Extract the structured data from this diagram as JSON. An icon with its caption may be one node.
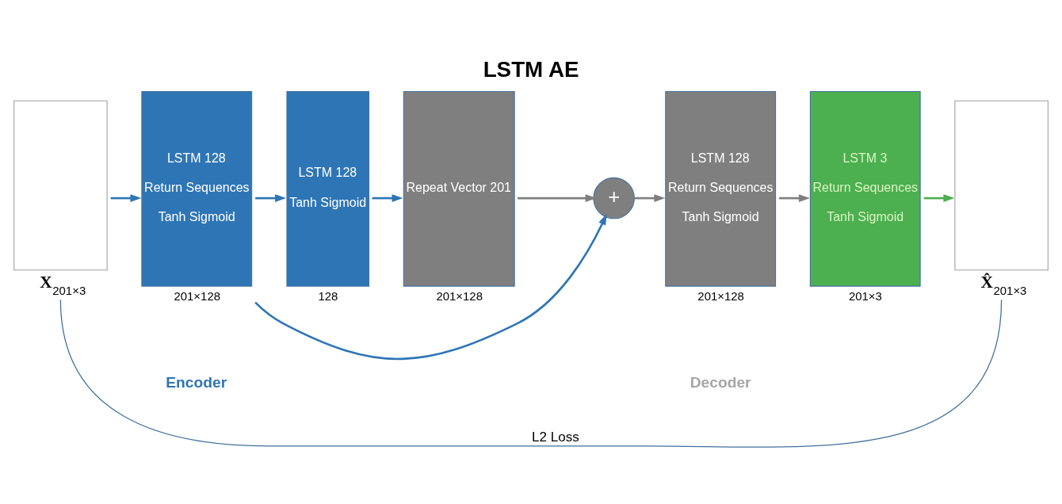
{
  "diagram": {
    "title": "LSTM AE",
    "nodes": [
      {
        "text": [],
        "shape": "box",
        "beside": [
          "**X**$_{201×3}$"
        ]
      },
      {
        "text": [
          "LSTM 128",
          "Return Sequences",
          "Tanh Sigmoid"
        ],
        "beside": [
          "201×128"
        ]
      },
      {
        "text": [
          "LSTM 128",
          "Tanh Sigmoid"
        ],
        "beside": [
          "128"
        ]
      },
      {
        "text": [
          "Repeat Vector 201"
        ],
        "beside": [
          "201×128"
        ]
      },
      {
        "text": [
          "+"
        ]
      },
      {
        "text": [
          "LSTM 128",
          "Return Sequences",
          "Tanh Sigmoid"
        ],
        "beside": [
          "201×128"
        ]
      },
      {
        "text": [
          "LSTM 3",
          "Return Sequences",
          "Tanh Sigmoid"
        ],
        "beside": [
          "201×3"
        ]
      },
      {
        "text": [],
        "shape": "box",
        "beside": [
          "**X̂**$_{201×3}$"
        ]
      }
    ],
    "edges": [
      {
        "from": 0,
        "to": 1,
        "arrow": "to"
      },
      {
        "from": 1,
        "to": 2,
        "arrow": "to"
      },
      {
        "from": 2,
        "to": 3,
        "arrow": "to"
      },
      {
        "from": 3,
        "to": 4,
        "arrow": "to",
        "color": "#7f7f7f"
      },
      {
        "from": 1,
        "to": 4,
        "arrow": "to"
      },
      {
        "from": 4,
        "to": 5,
        "arrow": "to",
        "color": "#7f7f7f"
      },
      {
        "from": 5,
        "to": 6,
        "arrow": "to",
        "color": "#7f7f7f"
      },
      {
        "from": 6,
        "to": 7,
        "arrow": "to",
        "color": "#4caf50"
      },
      {
        "from": 0,
        "to": 7,
        "arrow": "none",
        "label": "L2 Loss"
      }
    ],
    "labels": [
      "Encoder",
      "Decoder"
    ]
  }
}
